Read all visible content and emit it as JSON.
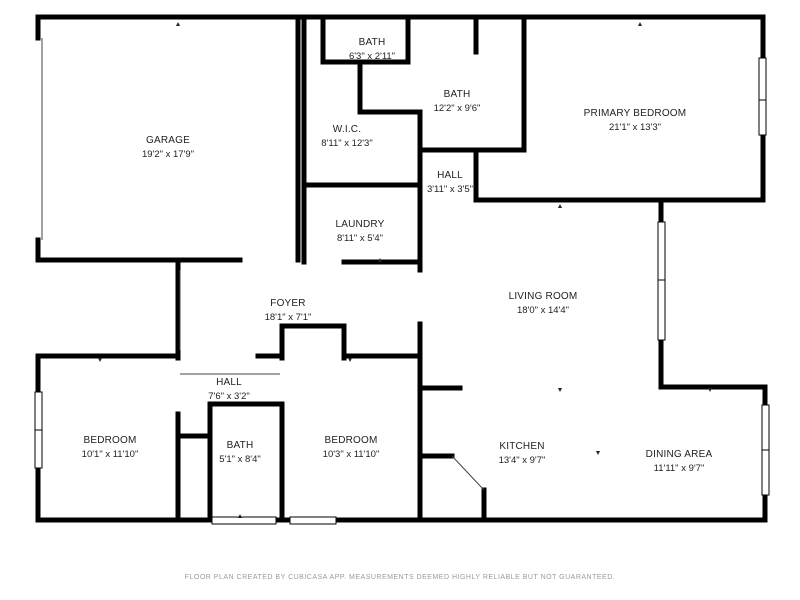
{
  "rooms": [
    {
      "id": "garage",
      "name": "GARAGE",
      "dims": "19'2\" x 17'9\""
    },
    {
      "id": "bath-top",
      "name": "BATH",
      "dims": "6'3\" x 2'11\""
    },
    {
      "id": "bath-main",
      "name": "BATH",
      "dims": "12'2\" x 9'6\""
    },
    {
      "id": "primary-bedroom",
      "name": "PRIMARY BEDROOM",
      "dims": "21'1\" x 13'3\""
    },
    {
      "id": "wic",
      "name": "W.I.C.",
      "dims": "8'11\" x 12'3\""
    },
    {
      "id": "hall-top",
      "name": "HALL",
      "dims": "3'11\" x 3'5\""
    },
    {
      "id": "laundry",
      "name": "LAUNDRY",
      "dims": "8'11\" x 5'4\""
    },
    {
      "id": "foyer",
      "name": "FOYER",
      "dims": "18'1\" x 7'1\""
    },
    {
      "id": "living-room",
      "name": "LIVING ROOM",
      "dims": "18'0\" x 14'4\""
    },
    {
      "id": "hall-bottom",
      "name": "HALL",
      "dims": "7'6\" x 3'2\""
    },
    {
      "id": "bedroom-left",
      "name": "BEDROOM",
      "dims": "10'1\" x 11'10\""
    },
    {
      "id": "bath-bottom",
      "name": "BATH",
      "dims": "5'1\" x 8'4\""
    },
    {
      "id": "bedroom-mid",
      "name": "BEDROOM",
      "dims": "10'3\" x 11'10\""
    },
    {
      "id": "kitchen",
      "name": "KITCHEN",
      "dims": "13'4\" x 9'7\""
    },
    {
      "id": "dining-area",
      "name": "DINING AREA",
      "dims": "11'11\" x 9'7\""
    }
  ],
  "footer": "FLOOR PLAN CREATED BY CUBICASA APP. MEASUREMENTS DEEMED HIGHLY RELIABLE BUT NOT GUARANTEED."
}
